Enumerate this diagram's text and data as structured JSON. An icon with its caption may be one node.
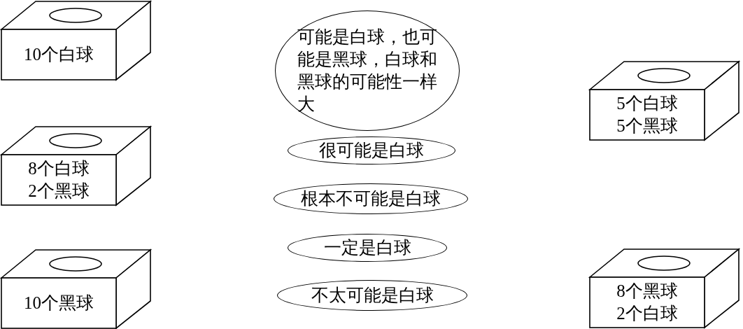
{
  "diagram": {
    "nodes": [
      {
        "text": [
          "10个白球"
        ]
      },
      {
        "text": [
          "8个白球",
          "2个黑球"
        ]
      },
      {
        "text": [
          "10个黑球"
        ]
      },
      {
        "text": [
          "可能是白球，也可能是黑球，白球和黑球的可能性一样大"
        ]
      },
      {
        "text": [
          "很可能是白球"
        ]
      },
      {
        "text": [
          "根本不可能是白球"
        ]
      },
      {
        "text": [
          "一定是白球"
        ]
      },
      {
        "text": [
          "不太可能是白球"
        ]
      },
      {
        "text": [
          "5个白球",
          "5个黑球"
        ]
      },
      {
        "text": [
          "8个黑球",
          "2个白球"
        ]
      }
    ]
  }
}
